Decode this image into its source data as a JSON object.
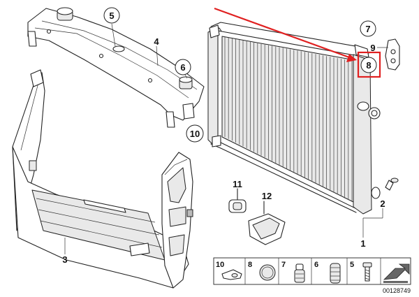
{
  "callouts": {
    "c1": "1",
    "c2": "2",
    "c3": "3",
    "c4": "4",
    "c5": "5",
    "c6": "6",
    "c7": "7",
    "c8": "8",
    "c9": "9",
    "c10": "10",
    "c11": "11",
    "c12": "12"
  },
  "highlight": {
    "part": "8",
    "color": "#e02020"
  },
  "legend": {
    "items": [
      {
        "number": "10",
        "icon": "clip-part-icon"
      },
      {
        "number": "8",
        "icon": "round-cap-icon"
      },
      {
        "number": "7",
        "icon": "grommet-icon"
      },
      {
        "number": "6",
        "icon": "coil-bushing-icon"
      },
      {
        "number": "5",
        "icon": "screw-icon"
      }
    ],
    "arrow_icon": "direction-arrow-icon"
  },
  "reference_number": "00128749"
}
